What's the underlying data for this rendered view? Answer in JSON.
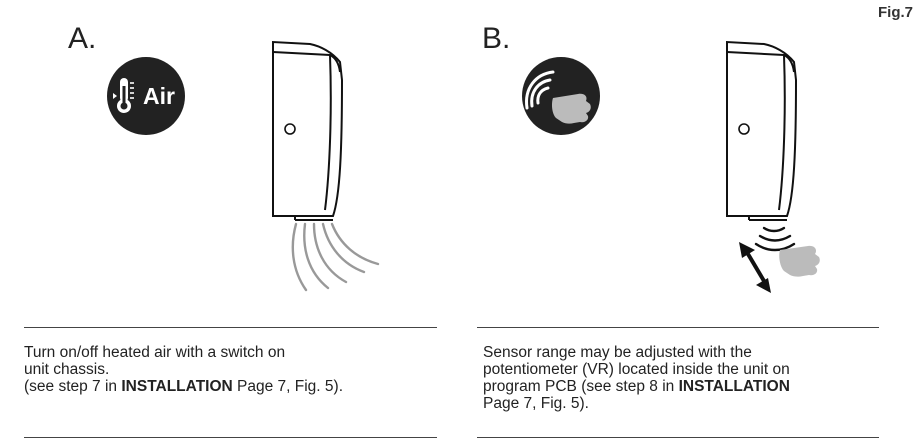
{
  "figure_label": "Fig.7",
  "panels": [
    {
      "letter": "A.",
      "badge_text": "Air",
      "caption": {
        "line1": "Turn on/off heated air with a switch on",
        "line2": "unit chassis.",
        "line3_pre": "(see step 7 in ",
        "line3_bold": "INSTALLATION",
        "line3_post": " Page 7, Fig. 5)."
      }
    },
    {
      "letter": "B.",
      "caption": {
        "line1": "Sensor range may be adjusted with the",
        "line2": "potentiometer (VR) located inside the unit on",
        "line3_pre": "program PCB (see step 8 in ",
        "line3_bold": "INSTALLATION",
        "line4": "Page 7, Fig. 5)."
      }
    }
  ]
}
